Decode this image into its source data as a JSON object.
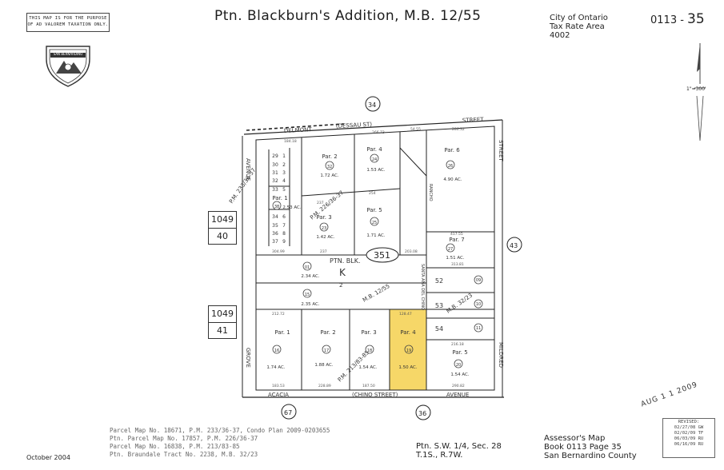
{
  "header": {
    "notice_line1": "THIS MAP IS FOR THE PURPOSE",
    "notice_line2": "OF AD VALOREM TAXATION ONLY.",
    "title": "Ptn. Blackburn's Addition, M.B. 12/55",
    "city": "City of Ontario",
    "tax_rate_area_label": "Tax Rate Area",
    "tax_rate_area": "4002",
    "map_book": "0113 - ",
    "map_page": "35",
    "seal_text": "SAN BERNARDINO",
    "scale": "1\"=300'"
  },
  "book_refs": {
    "left_top": "1049",
    "left_top_sub": "40",
    "left_bottom": "1049",
    "left_bottom_sub": "41"
  },
  "streets": {
    "north_a": "DELMONT",
    "north_b": "(DESSAU ST)",
    "north_c": "STREET",
    "south_a": "ACACIA",
    "south_b": "(CHINO STREET)",
    "south_c": "AVENUE",
    "west_top": "AVENUE",
    "west_bottom": "GROVE",
    "east_top": "STREET",
    "east_bottom": "MILDRED",
    "rancho": "RANCHO",
    "santa_ana": "SANTA ANA DEL CHINO"
  },
  "adjacent_pages": {
    "north": "34",
    "east": "43",
    "south_left": "67",
    "south_right": "36",
    "center": "351"
  },
  "plat_refs": {
    "pm_233": "P.M. 233/36-37",
    "pm_226": "P.M. 226/36-37",
    "mb_12": "M.B. 12/55",
    "mb_32": "M.B. 32/23",
    "pm_213": "P.M. 213/83-85",
    "block_label": "PTN. BLK.",
    "block_letter": "K",
    "block_num": "2"
  },
  "parcels": [
    {
      "label": "Par. 2",
      "num": "32",
      "acres": "1.72 AC."
    },
    {
      "label": "Par. 4",
      "num": "24",
      "acres": "1.53 AC."
    },
    {
      "label": "Par. 6",
      "num": "26",
      "acres": "4.90 AC."
    },
    {
      "label": "Par. 1",
      "num": "38",
      "acres": "2.53 AC."
    },
    {
      "label": "Par. 3",
      "num": "23",
      "acres": "1.42 AC."
    },
    {
      "label": "Par. 5",
      "num": "25",
      "acres": "1.71 AC."
    },
    {
      "label": "Par. 7",
      "num": "27",
      "acres": "1.51 AC."
    },
    {
      "label": "",
      "num": "01",
      "acres": "2.34 AC."
    },
    {
      "label": "",
      "num": "15",
      "acres": "2.35 AC."
    },
    {
      "label": "Par. 1",
      "num": "16",
      "acres": "1.74 AC."
    },
    {
      "label": "Par. 2",
      "num": "17",
      "acres": "1.88 AC."
    },
    {
      "label": "Par. 3",
      "num": "18",
      "acres": "1.54 AC."
    },
    {
      "label": "Par. 4",
      "num": "19",
      "acres": "1.50 AC."
    },
    {
      "label": "Par. 5",
      "num": "20",
      "acres": "1.54 AC."
    }
  ],
  "small_lots": {
    "left_col": [
      "29",
      "30",
      "31",
      "32",
      "33",
      "34",
      "35",
      "36",
      "37"
    ],
    "right_col": [
      "1",
      "2",
      "3",
      "4",
      "5",
      "6",
      "7",
      "8",
      "9"
    ],
    "east_lots": [
      "52",
      "53",
      "54"
    ],
    "east_lot_nums": [
      "09",
      "10",
      "11"
    ]
  },
  "dimensions": {
    "n_a": "184.18",
    "n_b": "266.73",
    "n_c": "54.55",
    "n_d": "286.32",
    "n_e": "237",
    "n_f": "254",
    "n_g": "417.55",
    "n_h": "304.99",
    "n_i": "237",
    "n_j": "203.08",
    "n_k": "313.81",
    "n_l": "212.72",
    "n_m": "128.47",
    "n_n": "216.18",
    "s_a": "183.53",
    "s_b": "228.89",
    "s_c": "187.50",
    "s_d": "290.82"
  },
  "footer": {
    "lines": [
      "Parcel Map No. 18671, P.M. 233/36-37, Condo Plan 2009-0203655",
      "Ptn. Parcel Map No. 17857, P.M. 226/36-37",
      "Parcel Map No. 16838, P.M. 213/83-85",
      "Ptn. Braundale Tract No. 2238, M.B. 32/23"
    ],
    "sec_line1": "Ptn. S.W. 1/4, Sec. 28",
    "sec_line2": "T.1S., R.7W.",
    "assessor_line1": "Assessor's Map",
    "assessor_line2": "Book 0113 Page 35",
    "assessor_line3": "San Bernardino County",
    "date": "October 2004",
    "stamp": "AUG 1 1 2009",
    "revised_title": "REVISED:",
    "revised_dates": [
      "02/27/08 GW",
      "02/02/09 TF",
      "06/03/09 RU",
      "06/16/09 RU"
    ]
  },
  "colors": {
    "highlight": "#f4d04e",
    "line": "#222222",
    "paper": "#ffffff"
  }
}
